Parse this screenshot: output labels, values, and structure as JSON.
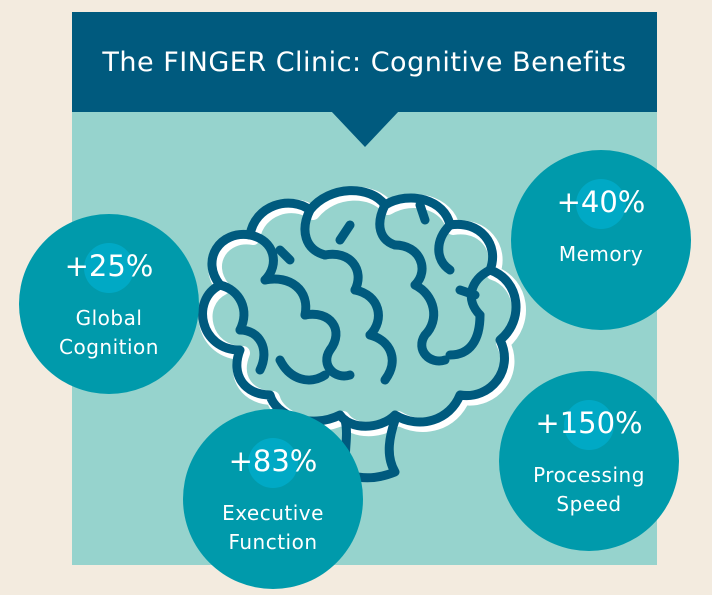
{
  "title": "The FINGER Clinic: Cognitive Benefits",
  "stats": [
    {
      "value": "+25%",
      "label_lines": [
        "Global",
        "Cognition"
      ]
    },
    {
      "value": "+40%",
      "label_lines": [
        "Memory"
      ]
    },
    {
      "value": "+83%",
      "label_lines": [
        "Executive",
        "Function"
      ]
    },
    {
      "value": "+150%",
      "label_lines": [
        "Processing",
        "Speed"
      ]
    }
  ],
  "colors": {
    "background": "#f3ebdf",
    "panel": "#96d3cd",
    "header": "#005a7e",
    "circle": "#009aab",
    "circle_highlight": "#00a9c5",
    "brain_stroke": "#005a7e"
  }
}
